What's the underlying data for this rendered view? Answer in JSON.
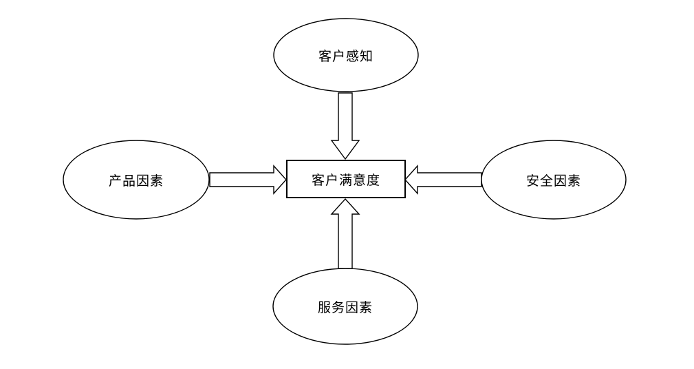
{
  "diagram": {
    "center": {
      "label": "客户满意度"
    },
    "nodes": {
      "top": {
        "label": "客户感知"
      },
      "left": {
        "label": "产品因素"
      },
      "right": {
        "label": "安全因素"
      },
      "bottom": {
        "label": "服务因素"
      }
    },
    "colors": {
      "stroke": "#000000",
      "shape_fill": "#ffffff",
      "background": "#ffffff",
      "text": "#000000"
    }
  }
}
